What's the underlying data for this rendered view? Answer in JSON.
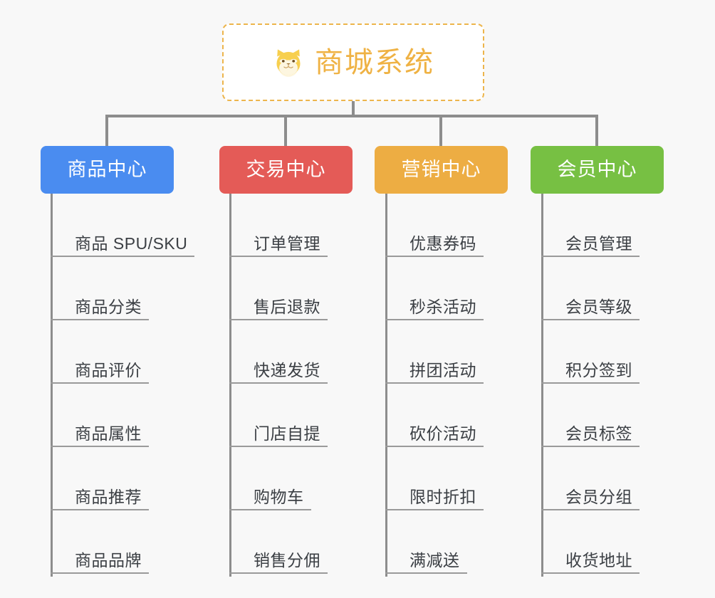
{
  "background_color": "#f8f8f8",
  "root": {
    "title": "商城系统",
    "icon": "shiba-dog-icon",
    "text_color": "#efb244",
    "border_color": "#edb54c",
    "background_color": "#ffffff"
  },
  "columns": [
    {
      "id": "product-center",
      "label": "商品中心",
      "color": "#4a8cf0",
      "items": [
        {
          "label": "商品 SPU/SKU"
        },
        {
          "label": "商品分类"
        },
        {
          "label": "商品评价"
        },
        {
          "label": "商品属性"
        },
        {
          "label": "商品推荐"
        },
        {
          "label": "商品品牌"
        }
      ]
    },
    {
      "id": "trade-center",
      "label": "交易中心",
      "color": "#e45b57",
      "items": [
        {
          "label": "订单管理"
        },
        {
          "label": "售后退款"
        },
        {
          "label": "快递发货"
        },
        {
          "label": "门店自提"
        },
        {
          "label": "购物车"
        },
        {
          "label": "销售分佣"
        }
      ]
    },
    {
      "id": "marketing-center",
      "label": "营销中心",
      "color": "#edad43",
      "items": [
        {
          "label": "优惠券码"
        },
        {
          "label": "秒杀活动"
        },
        {
          "label": "拼团活动"
        },
        {
          "label": "砍价活动"
        },
        {
          "label": "限时折扣"
        },
        {
          "label": "满减送"
        }
      ]
    },
    {
      "id": "member-center",
      "label": "会员中心",
      "color": "#77c043",
      "items": [
        {
          "label": "会员管理"
        },
        {
          "label": "会员等级"
        },
        {
          "label": "积分签到"
        },
        {
          "label": "会员标签"
        },
        {
          "label": "会员分组"
        },
        {
          "label": "收货地址"
        }
      ]
    }
  ],
  "connector_color": "#8d8d8d",
  "leaf_text_color": "#3b3f44",
  "leaf_rule_color": "#9a9a9a"
}
